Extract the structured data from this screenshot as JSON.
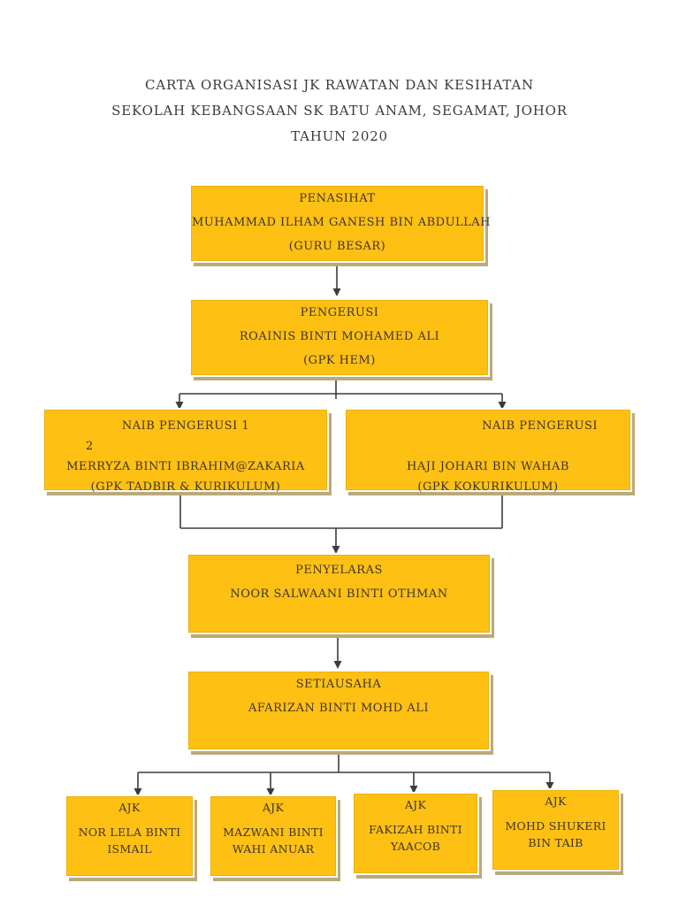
{
  "document": {
    "title_lines": [
      "CARTA ORGANISASI JK RAWATAN DAN KESIHATAN",
      "SEKOLAH KEBANGSAAN SK BATU ANAM, SEGAMAT, JOHOR",
      "TAHUN 2020"
    ]
  },
  "org_chart": {
    "nodes": {
      "penasihat": {
        "role": "PENASIHAT",
        "name": "MUHAMMAD ILHAM GANESH BIN ABDULLAH",
        "title": "(GURU BESAR)"
      },
      "pengerusi": {
        "role": "PENGERUSI",
        "name": "ROAINIS BINTI MOHAMED ALI",
        "title": "(GPK HEM)"
      },
      "naib_pengerusi_1": {
        "role": "NAIB PENGERUSI 1",
        "role_overflow": "2",
        "name": "MERRYZA BINTI IBRAHIM@ZAKARIA",
        "title": "(GPK TADBIR & KURIKULUM)"
      },
      "naib_pengerusi_2": {
        "role": "NAIB PENGERUSI",
        "name": "HAJI JOHARI BIN WAHAB",
        "title": "(GPK KOKURIKULUM)"
      },
      "penyelaras": {
        "role": "PENYELARAS",
        "name": "NOOR SALWAANI BINTI OTHMAN"
      },
      "setiausaha": {
        "role": "SETIAUSAHA",
        "name": "AFARIZAN BINTI MOHD ALI"
      },
      "ajk_1": {
        "role": "AJK",
        "name": "NOR LELA BINTI ISMAIL"
      },
      "ajk_2": {
        "role": "AJK",
        "name": "MAZWANI BINTI WAHI ANUAR"
      },
      "ajk_3": {
        "role": "AJK",
        "name": "FAKIZAH BINTI YAACOB"
      },
      "ajk_4": {
        "role": "AJK",
        "name": "MOHD SHUKERI BIN TAIB"
      }
    },
    "colors": {
      "box_fill": "#FFC014",
      "box_shadow": "#BCA97B",
      "connector": "#3C3C3C",
      "text": "#3E3526"
    }
  }
}
